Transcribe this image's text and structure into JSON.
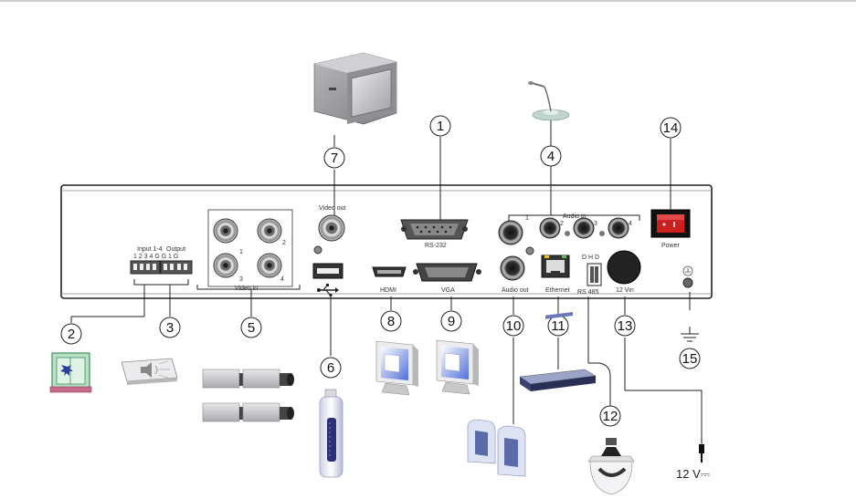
{
  "panel": {
    "labels": {
      "video_out": "Video out",
      "video_in": "Video in",
      "rs232": "RS-232",
      "hdmi": "HDMI",
      "vga": "VGA",
      "audio_in": "Audio in",
      "audio_out": "Audio out",
      "ethernet": "Ethernet",
      "rs485": "RS 485",
      "dhd": "D H D",
      "v12_in": "12 Vin",
      "power": "Power",
      "input_block": "Input 1-4",
      "output_block": "Output",
      "input_pins": "1 2 3 4  G G",
      "output_pins": "1  G"
    },
    "video_in_numbers": [
      "1",
      "2",
      "3",
      "4"
    ],
    "audio_in_numbers": [
      "1",
      "2",
      "3",
      "4"
    ],
    "supply_label": "12 V⎓"
  },
  "callouts": {
    "c1": "1",
    "c2": "2",
    "c3": "3",
    "c4": "4",
    "c5": "5",
    "c6": "6",
    "c7": "7",
    "c8": "8",
    "c9": "9",
    "c10": "10",
    "c11": "11",
    "c12": "12",
    "c13": "13",
    "c14": "14",
    "c15": "15"
  },
  "devices": {
    "monitor_crt": "monitor-icon",
    "microphone": "microphone-icon",
    "alarm_sensor": "window-sensor-icon",
    "siren": "siren-icon",
    "cameras": "camera-icon",
    "usb_drive": "usb-drive-icon",
    "hdmi_monitor": "computer-monitor-icon",
    "vga_monitor": "computer-monitor-icon",
    "speakers": "speaker-icon",
    "network_switch": "network-switch-icon",
    "ptz_dome": "dome-camera-icon",
    "usb_symbol": "usb-icon",
    "ground_symbol": "ground-icon"
  }
}
